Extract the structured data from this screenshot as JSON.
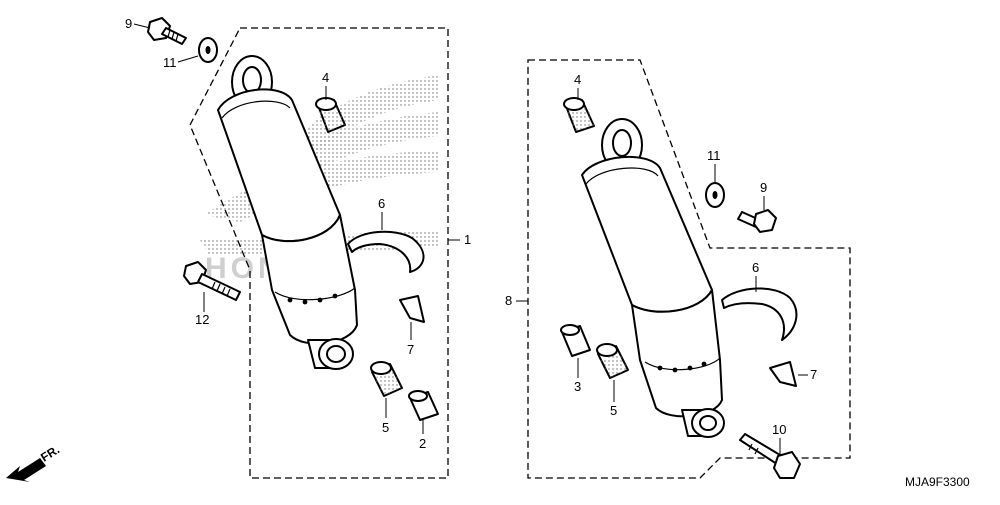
{
  "diagram": {
    "code": "MJA9F3300",
    "direction_label": "FR.",
    "callouts": {
      "left_9": "9",
      "left_11": "11",
      "left_4": "4",
      "left_6": "6",
      "left_1": "1",
      "left_12": "12",
      "left_7": "7",
      "left_5": "5",
      "left_2": "2",
      "right_4": "4",
      "right_11": "11",
      "right_9": "9",
      "right_6": "6",
      "right_8": "8",
      "right_3": "3",
      "right_5": "5",
      "right_7": "7",
      "right_10": "10"
    }
  }
}
